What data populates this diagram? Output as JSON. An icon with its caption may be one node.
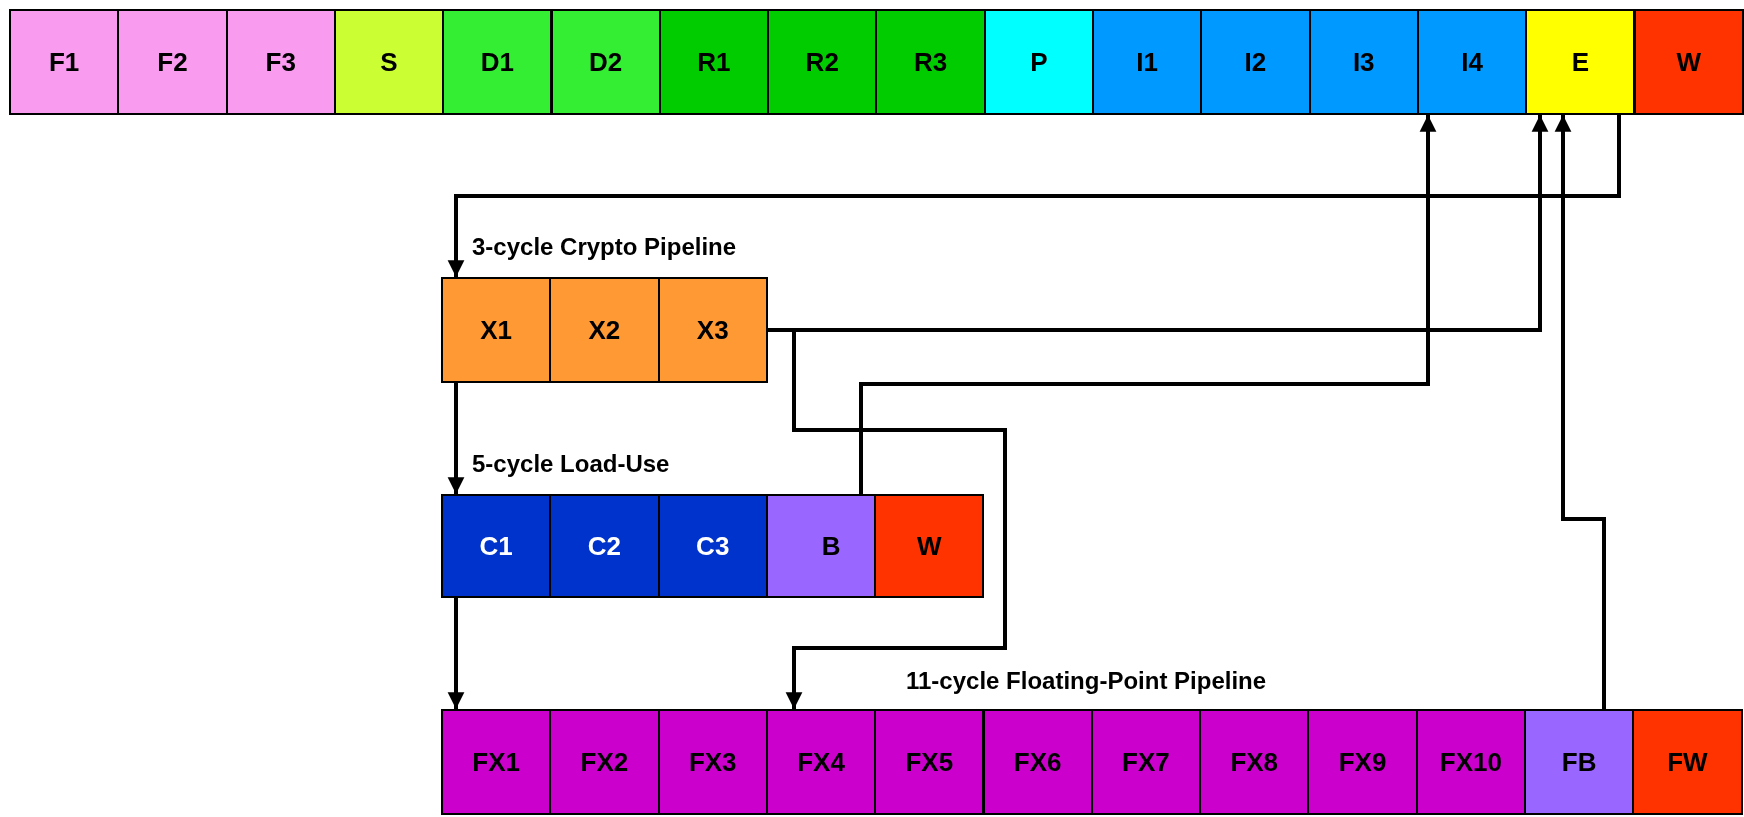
{
  "diagram": {
    "nodes": [
      {
        "text": [
          "F1"
        ]
      },
      {
        "text": [
          "F2"
        ]
      },
      {
        "text": [
          "F3"
        ]
      },
      {
        "text": [
          "S"
        ]
      },
      {
        "text": [
          "D1"
        ]
      },
      {
        "text": [
          "D2"
        ]
      },
      {
        "text": [
          "R1"
        ]
      },
      {
        "text": [
          "R2"
        ]
      },
      {
        "text": [
          "R3"
        ]
      },
      {
        "text": [
          "P"
        ]
      },
      {
        "text": [
          "I1"
        ]
      },
      {
        "text": [
          "I2"
        ]
      },
      {
        "text": [
          "I3"
        ]
      },
      {
        "text": [
          "I4"
        ]
      },
      {
        "text": [
          "E"
        ]
      },
      {
        "text": [
          "W"
        ]
      },
      {
        "text": [
          "X1"
        ]
      },
      {
        "text": [
          "X2"
        ]
      },
      {
        "text": [
          "X3"
        ]
      },
      {
        "text": [
          "C1"
        ]
      },
      {
        "text": [
          "C2"
        ]
      },
      {
        "text": [
          "C3"
        ]
      },
      {
        "text": [
          "B"
        ]
      },
      {
        "text": [
          "W"
        ]
      },
      {
        "text": [
          "FX1"
        ]
      },
      {
        "text": [
          "FX2"
        ]
      },
      {
        "text": [
          "FX3"
        ]
      },
      {
        "text": [
          "FX4"
        ]
      },
      {
        "text": [
          "FX5"
        ]
      },
      {
        "text": [
          "FX6"
        ]
      },
      {
        "text": [
          "FX7"
        ]
      },
      {
        "text": [
          "FX8"
        ]
      },
      {
        "text": [
          "FX9"
        ]
      },
      {
        "text": [
          "FX10"
        ]
      },
      {
        "text": [
          "FB"
        ]
      },
      {
        "text": [
          "FW"
        ]
      }
    ],
    "edges": [
      {
        "from": 14,
        "to": 16,
        "arrow": "to"
      },
      {
        "from": 18,
        "to": 14,
        "arrow": "to"
      },
      {
        "from": 18,
        "to": 27,
        "arrow": "to"
      },
      {
        "from": 22,
        "to": 13,
        "arrow": "to"
      },
      {
        "from": 16,
        "to": 19,
        "arrow": "to"
      },
      {
        "from": 19,
        "to": 24,
        "arrow": "to"
      },
      {
        "from": 34,
        "to": 14,
        "arrow": "to"
      }
    ],
    "labels": [
      "3-cycle Crypto Pipeline",
      "5-cycle Load-Use",
      "11-cycle Floating-Point Pipeline"
    ]
  }
}
